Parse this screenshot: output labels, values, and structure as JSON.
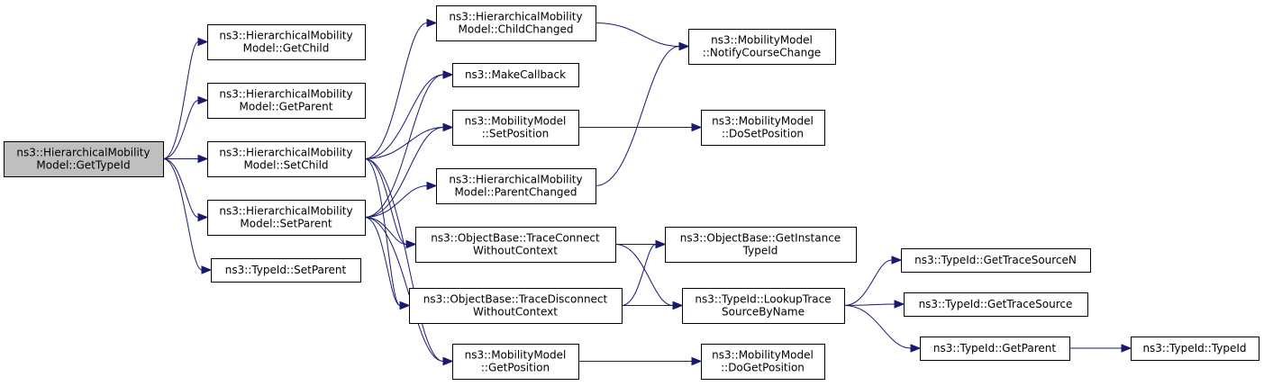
{
  "colors": {
    "root_fill": "#bfbfbf",
    "node_fill": "#ffffff",
    "node_border": "#000000",
    "edge": "#191970"
  },
  "nodes": [
    {
      "id": "get_type_id",
      "lines": [
        "ns3::HierarchicalMobility",
        "Model::GetTypeId"
      ],
      "root": true
    },
    {
      "id": "get_child",
      "lines": [
        "ns3::HierarchicalMobility",
        "Model::GetChild"
      ]
    },
    {
      "id": "get_parent",
      "lines": [
        "ns3::HierarchicalMobility",
        "Model::GetParent"
      ]
    },
    {
      "id": "set_child",
      "lines": [
        "ns3::HierarchicalMobility",
        "Model::SetChild"
      ]
    },
    {
      "id": "set_parent",
      "lines": [
        "ns3::HierarchicalMobility",
        "Model::SetParent"
      ]
    },
    {
      "id": "typeid_set_parent",
      "lines": [
        "ns3::TypeId::SetParent"
      ]
    },
    {
      "id": "child_changed",
      "lines": [
        "ns3::HierarchicalMobility",
        "Model::ChildChanged"
      ]
    },
    {
      "id": "make_callback",
      "lines": [
        "ns3::MakeCallback"
      ]
    },
    {
      "id": "mm_set_position",
      "lines": [
        "ns3::MobilityModel",
        "::SetPosition"
      ]
    },
    {
      "id": "parent_changed",
      "lines": [
        "ns3::HierarchicalMobility",
        "Model::ParentChanged"
      ]
    },
    {
      "id": "trace_connect",
      "lines": [
        "ns3::ObjectBase::TraceConnect",
        "WithoutContext"
      ]
    },
    {
      "id": "trace_disconnect",
      "lines": [
        "ns3::ObjectBase::TraceDisconnect",
        "WithoutContext"
      ]
    },
    {
      "id": "mm_get_position",
      "lines": [
        "ns3::MobilityModel",
        "::GetPosition"
      ]
    },
    {
      "id": "notify_course_change",
      "lines": [
        "ns3::MobilityModel",
        "::NotifyCourseChange"
      ]
    },
    {
      "id": "do_set_position",
      "lines": [
        "ns3::MobilityModel",
        "::DoSetPosition"
      ]
    },
    {
      "id": "get_instance_typeid",
      "lines": [
        "ns3::ObjectBase::GetInstance",
        "TypeId"
      ]
    },
    {
      "id": "lookup_trace_source",
      "lines": [
        "ns3::TypeId::LookupTrace",
        "SourceByName"
      ]
    },
    {
      "id": "do_get_position",
      "lines": [
        "ns3::MobilityModel",
        "::DoGetPosition"
      ]
    },
    {
      "id": "get_trace_source_n",
      "lines": [
        "ns3::TypeId::GetTraceSourceN"
      ]
    },
    {
      "id": "get_trace_source",
      "lines": [
        "ns3::TypeId::GetTraceSource"
      ]
    },
    {
      "id": "typeid_get_parent",
      "lines": [
        "ns3::TypeId::GetParent"
      ]
    },
    {
      "id": "typeid_typeid",
      "lines": [
        "ns3::TypeId::TypeId"
      ]
    }
  ],
  "edges": [
    {
      "from": "get_type_id",
      "to": "get_child"
    },
    {
      "from": "get_type_id",
      "to": "get_parent"
    },
    {
      "from": "get_type_id",
      "to": "set_child"
    },
    {
      "from": "get_type_id",
      "to": "set_parent"
    },
    {
      "from": "get_type_id",
      "to": "typeid_set_parent"
    },
    {
      "from": "set_child",
      "to": "child_changed"
    },
    {
      "from": "set_child",
      "to": "make_callback"
    },
    {
      "from": "set_child",
      "to": "mm_set_position"
    },
    {
      "from": "set_child",
      "to": "trace_connect"
    },
    {
      "from": "set_child",
      "to": "trace_disconnect"
    },
    {
      "from": "set_child",
      "to": "mm_get_position"
    },
    {
      "from": "set_parent",
      "to": "make_callback"
    },
    {
      "from": "set_parent",
      "to": "mm_set_position"
    },
    {
      "from": "set_parent",
      "to": "parent_changed"
    },
    {
      "from": "set_parent",
      "to": "trace_connect"
    },
    {
      "from": "set_parent",
      "to": "trace_disconnect"
    },
    {
      "from": "set_parent",
      "to": "mm_get_position"
    },
    {
      "from": "child_changed",
      "to": "notify_course_change"
    },
    {
      "from": "parent_changed",
      "to": "notify_course_change"
    },
    {
      "from": "mm_set_position",
      "to": "do_set_position"
    },
    {
      "from": "trace_connect",
      "to": "get_instance_typeid"
    },
    {
      "from": "trace_connect",
      "to": "lookup_trace_source"
    },
    {
      "from": "trace_disconnect",
      "to": "get_instance_typeid"
    },
    {
      "from": "trace_disconnect",
      "to": "lookup_trace_source"
    },
    {
      "from": "mm_get_position",
      "to": "do_get_position"
    },
    {
      "from": "lookup_trace_source",
      "to": "get_trace_source_n"
    },
    {
      "from": "lookup_trace_source",
      "to": "get_trace_source"
    },
    {
      "from": "lookup_trace_source",
      "to": "typeid_get_parent"
    },
    {
      "from": "typeid_get_parent",
      "to": "typeid_typeid"
    }
  ]
}
